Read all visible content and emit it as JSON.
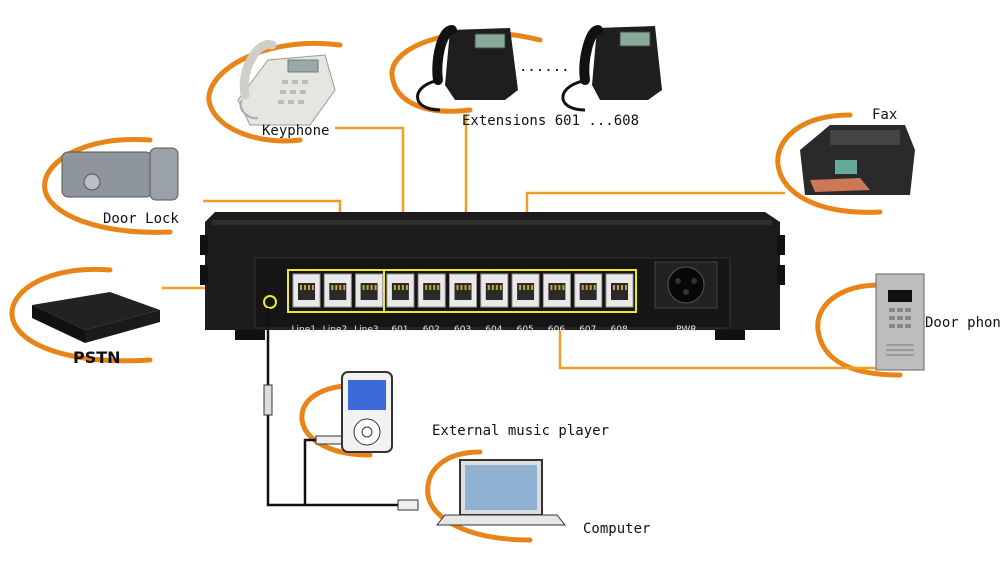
{
  "devices": {
    "keyphone": "Keyphone",
    "extensions": "Extensions 601 ...608",
    "dots": "......",
    "fax": "Fax",
    "door_lock": "Door Lock",
    "pstn": "PSTN",
    "door_phone": "Door phone",
    "music_player": "External music player",
    "computer": "Computer"
  },
  "ports": [
    "Line1",
    "Line2",
    "Line3",
    "601",
    "602",
    "603",
    "604",
    "605",
    "606",
    "607",
    "608"
  ],
  "power_label": "PWR",
  "colors": {
    "line": "#f0a020",
    "highlight": "#f2ea20",
    "cable": "#111111",
    "body": "#1c1c1c"
  }
}
